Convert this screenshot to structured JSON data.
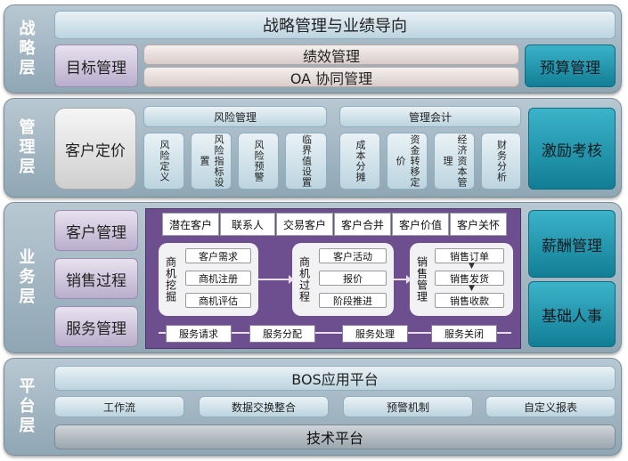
{
  "strategy": {
    "label": "战略层",
    "top_banner": "战略管理与业绩导向",
    "left": "目标管理",
    "center_top": "绩效管理",
    "center_bottom": "OA 协同管理",
    "right": "预算管理"
  },
  "management": {
    "label": "管理层",
    "left": "客户定价",
    "risk_title": "风险管理",
    "risk_items": [
      "风险定义",
      "风险指标设置",
      "风险预警",
      "临界值设置"
    ],
    "acct_title": "管理会计",
    "acct_items": [
      "成本分摊",
      "资金转移定价",
      "经济资本管理",
      "财务分析"
    ],
    "right": "激励考核"
  },
  "business": {
    "label": "业务层",
    "left_items": [
      "客户管理",
      "销售过程",
      "服务管理"
    ],
    "tabs": [
      "潜在客户",
      "联系人",
      "交易客户",
      "客户合并",
      "客户价值",
      "客户关怀"
    ],
    "group1_label": "商机挖掘",
    "group1_items": [
      "客户需求",
      "商机注册",
      "商机评估"
    ],
    "group2_label": "商机过程",
    "group2_items": [
      "客户活动",
      "报价",
      "阶段推进"
    ],
    "group3_label": "销售管理",
    "group3_items": [
      "销售订单",
      "销售发货",
      "销售收款"
    ],
    "service_flow": [
      "服务请求",
      "服务分配",
      "服务处理",
      "服务关闭"
    ],
    "right_items": [
      "薪酬管理",
      "基础人事"
    ]
  },
  "platform": {
    "label": "平台层",
    "bos": "BOS应用平台",
    "items": [
      "工作流",
      "数据交换整合",
      "预警机制",
      "自定义报表"
    ],
    "tech": "技术平台"
  },
  "colors": {
    "layer_bg": "#9fb3bf",
    "teal": "#1e95ad",
    "purple_panel": "#6d4f8f",
    "lavender": "#d2c8e0"
  }
}
